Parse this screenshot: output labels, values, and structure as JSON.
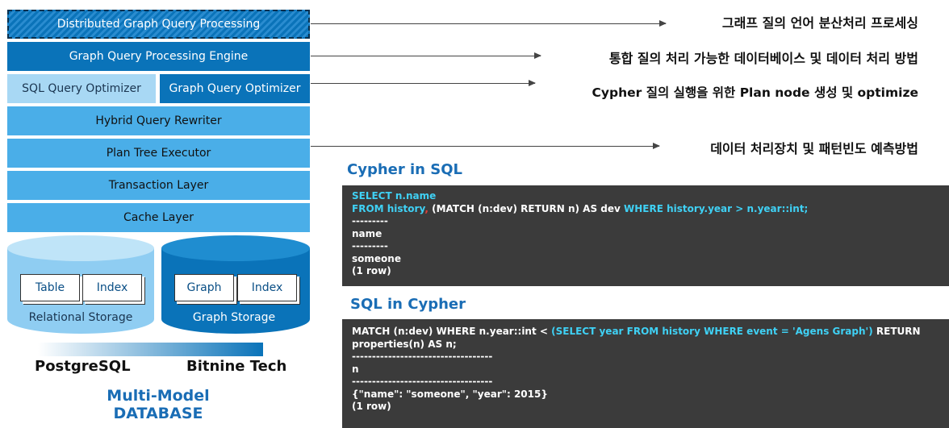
{
  "layers": {
    "distributed": "Distributed Graph Query Processing",
    "engine": "Graph Query Processing Engine",
    "sql_optimizer": "SQL Query Optimizer",
    "graph_optimizer": "Graph Query Optimizer",
    "rewriter": "Hybrid Query Rewriter",
    "executor": "Plan Tree Executor",
    "transaction": "Transaction Layer",
    "cache": "Cache Layer"
  },
  "storage": {
    "relational": {
      "label": "Relational Storage",
      "box1": "Table",
      "box2": "Index"
    },
    "graph": {
      "label": "Graph Storage",
      "box1": "Graph",
      "box2": "Index"
    }
  },
  "bottom": {
    "left": "PostgreSQL",
    "right": "Bitnine Tech",
    "title_line1": "Multi-Model",
    "title_line2": "DATABASE"
  },
  "descriptions": {
    "d1": "그래프 질의 언어 분산처리 프로세싱",
    "d2": "통합 질의 처리 가능한 데이터베이스 및 데이터 처리 방법",
    "d3": "Cypher 질의 실행을 위한 Plan node 생성 및 optimize",
    "d4": "데이터 처리장치 및 패턴빈도 예측방법"
  },
  "cypher_in_sql": {
    "title": "Cypher in SQL",
    "l1": "SELECT n.name",
    "l2a": "FROM history",
    "l2b": ",",
    "l2c": "(MATCH (n:dev) RETURN n) AS dev",
    "l2d": "WHERE history.year > n.year::int;",
    "l3": "---------",
    "l4": "name",
    "l5": "---------",
    "l6": "someone",
    "l7": "(1 row)"
  },
  "sql_in_cypher": {
    "title": "SQL in Cypher",
    "l1a": "MATCH (n:dev) WHERE n.year::int <",
    "l1b": "(SELECT year FROM history WHERE event = 'Agens Graph')",
    "l1c": "RETURN",
    "l2": "properties(n) AS n;",
    "l3": "-----------------------------------",
    "l4": "n",
    "l5": "-----------------------------------",
    "l6": "{\"name\": \"someone\", \"year\": 2015}",
    "l7": "(1 row)"
  },
  "colors": {
    "dark": "#0a73b9",
    "light": "#4aaee8",
    "pale": "#a8d8f4",
    "code_bg": "#3b3b3b",
    "keyword": "#3fd1f5"
  }
}
